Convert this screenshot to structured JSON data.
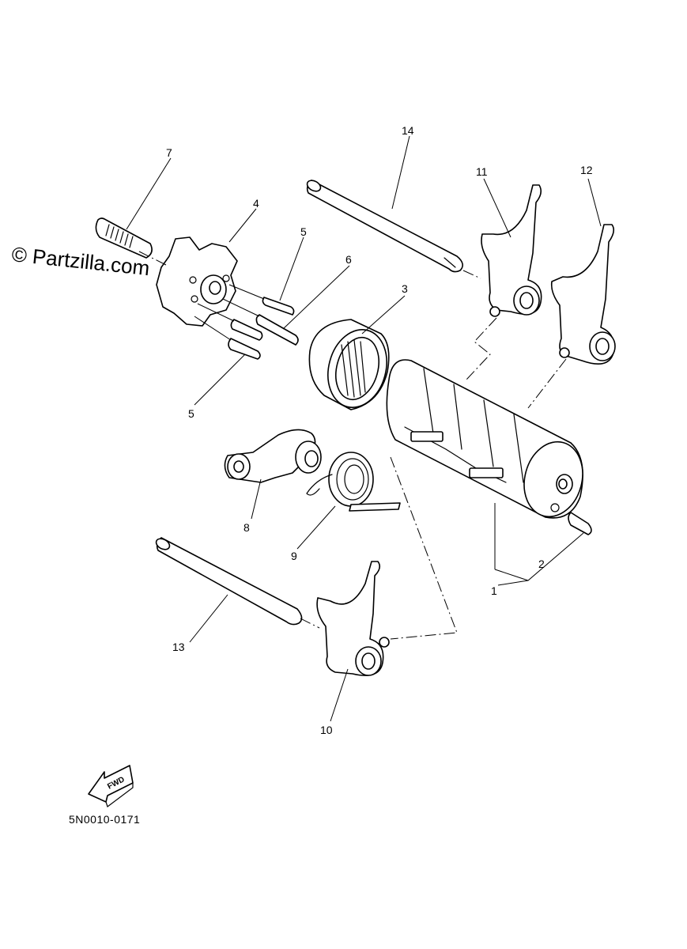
{
  "watermark": "© Partzilla.com",
  "drawing_code": "5N0010-0171",
  "fwd_label": "FWD",
  "callouts": [
    "1",
    "2",
    "3",
    "4",
    "5",
    "5",
    "6",
    "7",
    "8",
    "9",
    "10",
    "11",
    "12",
    "13",
    "14"
  ]
}
